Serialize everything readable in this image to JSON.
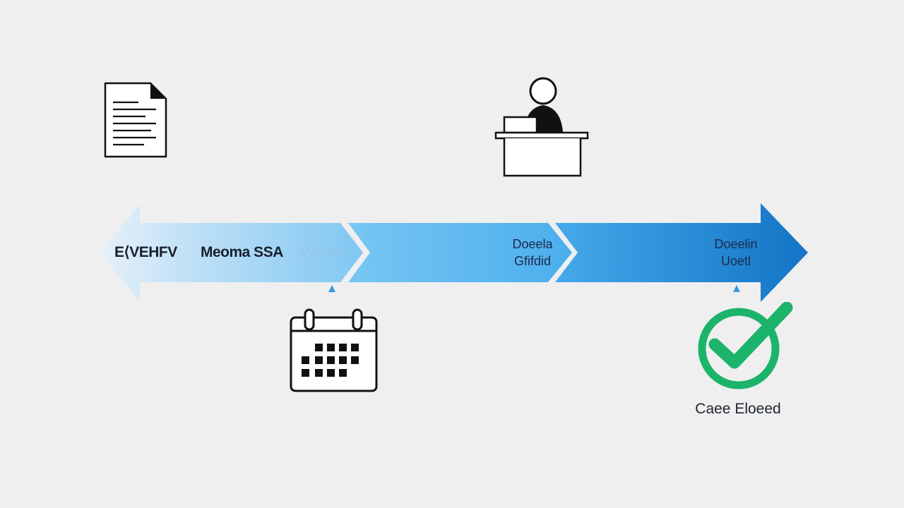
{
  "stages": [
    {
      "label": "E⟨VEHFV"
    },
    {
      "label": "Meoma SSA",
      "faded_suffix": "Monitors"
    },
    {
      "line1": "Doeela",
      "line2": "Gfifdid"
    },
    {
      "line1": "Doeelin",
      "line2": "Uoetl"
    }
  ],
  "closed_label": "Caee Eloeed",
  "colors": {
    "background": "#efefef",
    "arrow_light": "#cfe6f7",
    "arrow_mid": "#6cc0f2",
    "arrow_dark": "#1779c9",
    "check_green": "#1cb36b",
    "marker_blue": "#3a9ae0"
  },
  "icons": [
    "document-icon",
    "person-at-desk-icon",
    "calendar-icon",
    "checkmark-circle-icon"
  ]
}
